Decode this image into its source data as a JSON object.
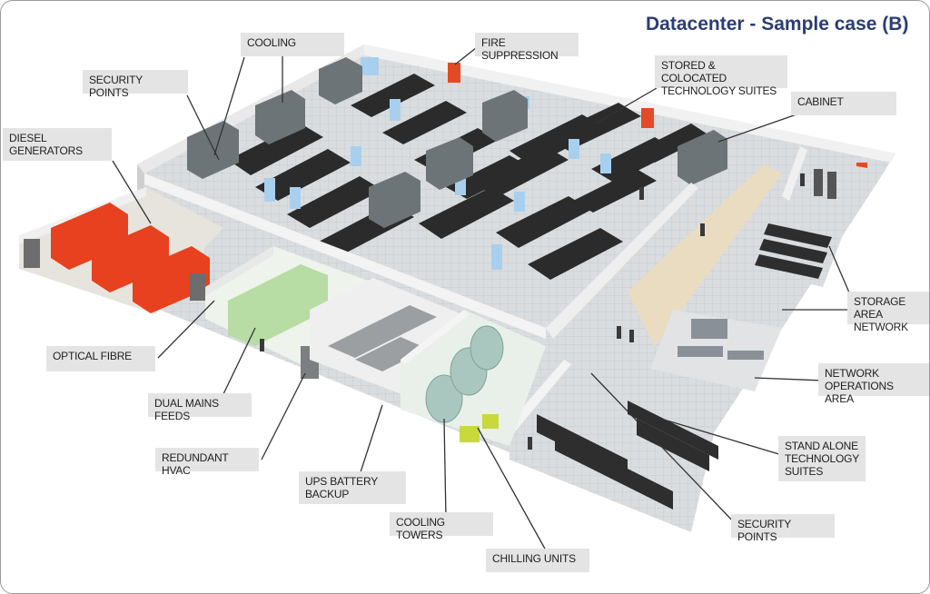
{
  "title": "Datacenter - Sample case (B)",
  "labels": {
    "cooling": "COOLING",
    "fire_suppression": "FIRE SUPPRESSION",
    "security_points_top": "SECURITY POINTS",
    "stored_colocated": "STORED & COLOCATED\nTECHNOLOGY SUITES",
    "cabinet": "CABINET",
    "diesel_generators": "DIESEL\nGENERATORS",
    "storage_area_network": "STORAGE AREA\nNETWORK",
    "network_operations_area": "NETWORK\nOPERATIONS AREA",
    "optical_fibre": "OPTICAL FIBRE",
    "dual_mains_feeds": "DUAL MAINS FEEDS",
    "redundant_hvac": "REDUNDANT HVAC",
    "ups_battery_backup": "UPS BATTERY\nBACKUP",
    "stand_alone_suites": "STAND ALONE\nTECHNOLOGY\nSUITES",
    "security_points_bottom": "SECURITY POINTS",
    "cooling_towers": "COOLING TOWERS",
    "chilling_units": "CHILLING UNITS"
  },
  "colors": {
    "title": "#2b3d73",
    "label_bg": "#e4e4e4",
    "generator": "#e8411f",
    "rack": "#2a2a2a",
    "crac": "#9fc6e8",
    "floor": "#d9dcdd",
    "corridor": "#e9dcc0",
    "green_equipment": "#b9dfa6"
  }
}
